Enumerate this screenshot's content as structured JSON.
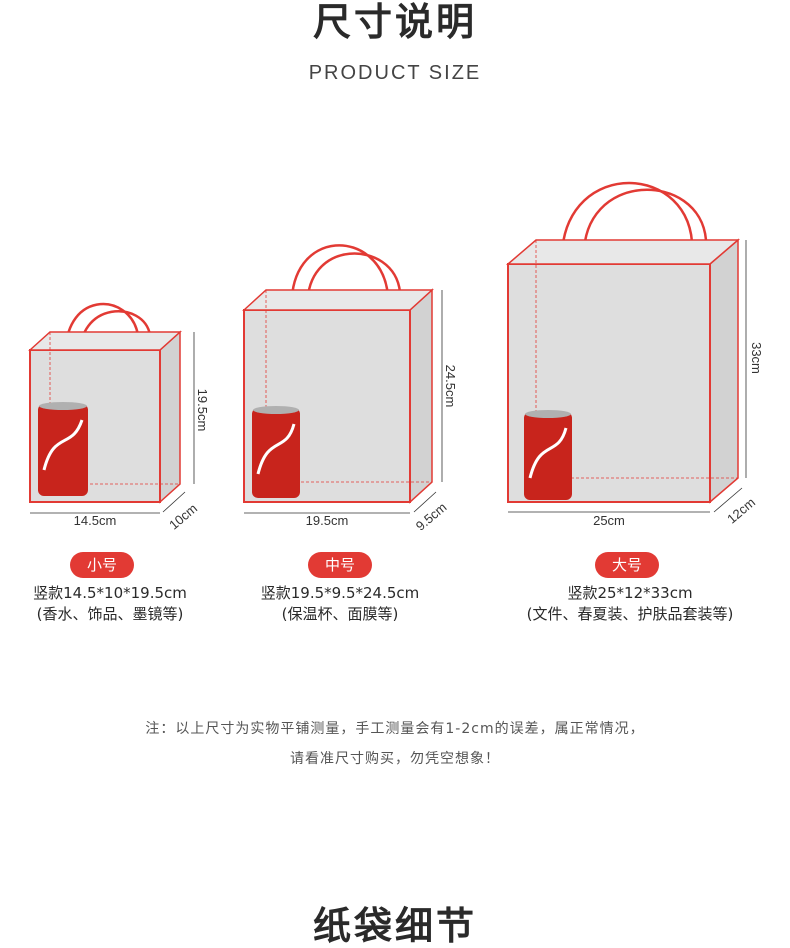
{
  "header": {
    "title": "尺寸说明",
    "subtitle": "PRODUCT SIZE"
  },
  "bags": [
    {
      "badge": "小号",
      "spec": "竖款14.5*10*19.5cm",
      "usage": "(香水、饰品、墨镜等)",
      "width_label": "14.5cm",
      "height_label": "19.5cm",
      "depth_label": "10cm"
    },
    {
      "badge": "中号",
      "spec": "竖款19.5*9.5*24.5cm",
      "usage": "(保温杯、面膜等)",
      "width_label": "19.5cm",
      "height_label": "24.5cm",
      "depth_label": "9.5cm"
    },
    {
      "badge": "大号",
      "spec": "竖款25*12*33cm",
      "usage": "(文件、春夏装、护肤品套装等)",
      "width_label": "25cm",
      "height_label": "33cm",
      "depth_label": "12cm"
    }
  ],
  "note": {
    "line1": "注：以上尺寸为实物平铺测量，手工测量会有1-2cm的误差，属正常情况，",
    "line2": "请看准尺寸购买，勿凭空想象！"
  },
  "section2": {
    "title": "纸袋细节"
  },
  "colors": {
    "accent": "#e23a34",
    "bag_fill": "#dedede",
    "can": "#c8241c"
  }
}
